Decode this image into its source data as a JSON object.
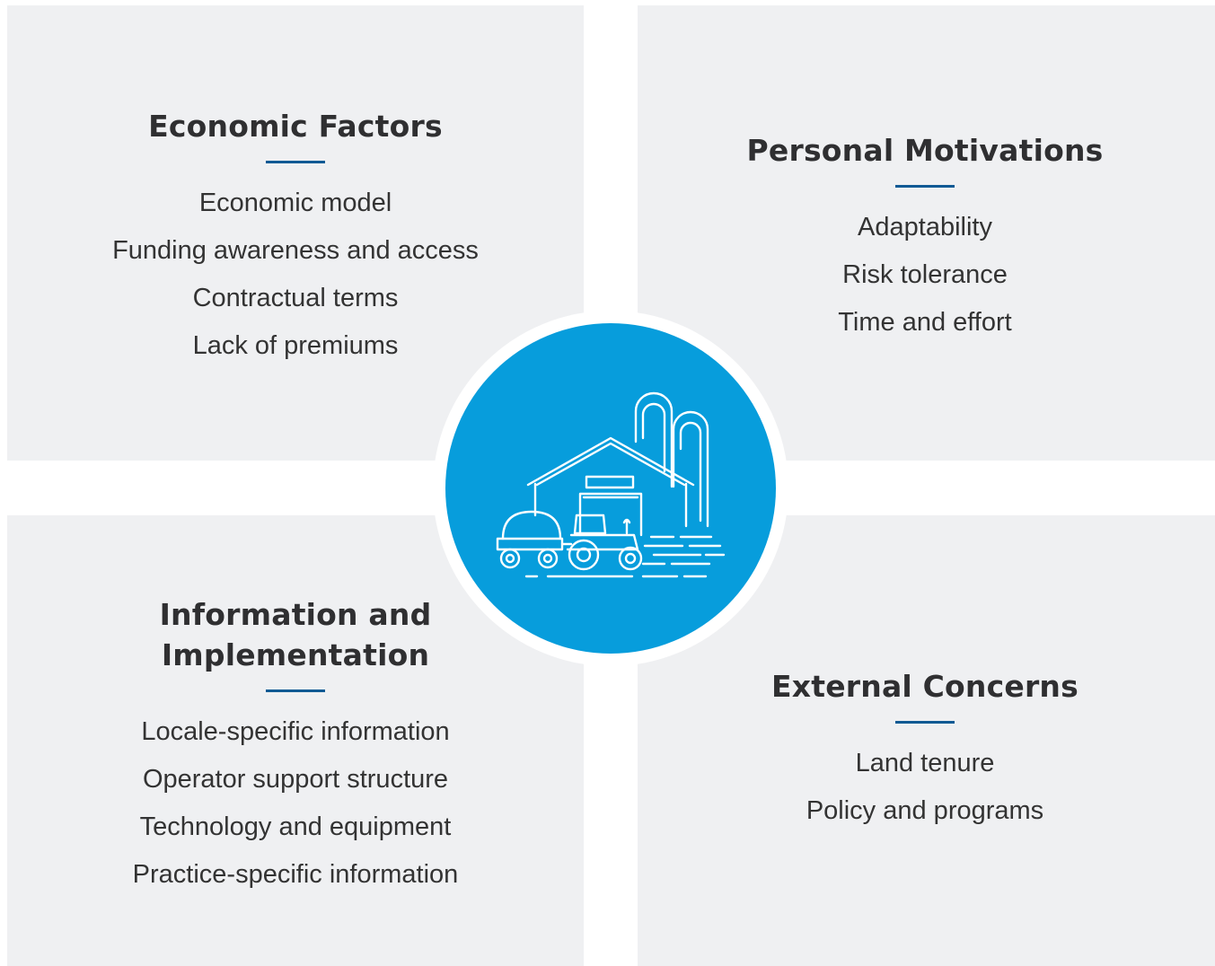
{
  "quadrants": {
    "economic": {
      "title": "Economic Factors",
      "items": [
        "Economic model",
        "Funding awareness and access",
        "Contractual terms",
        "Lack of premiums"
      ]
    },
    "personal": {
      "title": "Personal Motivations",
      "items": [
        "Adaptability",
        "Risk tolerance",
        "Time and effort"
      ]
    },
    "information": {
      "title_line1": "Information and",
      "title_line2": "Implementation",
      "items": [
        "Locale-specific information",
        "Operator support structure",
        "Technology and equipment",
        "Practice-specific information"
      ]
    },
    "external": {
      "title": "External Concerns",
      "items": [
        "Land tenure",
        "Policy and programs"
      ]
    }
  },
  "hub": {
    "icon": "farm-barn-silo-tractor-icon"
  },
  "colors": {
    "panel": "#eff0f2",
    "hub": "#079ddc",
    "rule": "#0f5a94",
    "heading": "#2f2f31",
    "text": "#333333"
  }
}
